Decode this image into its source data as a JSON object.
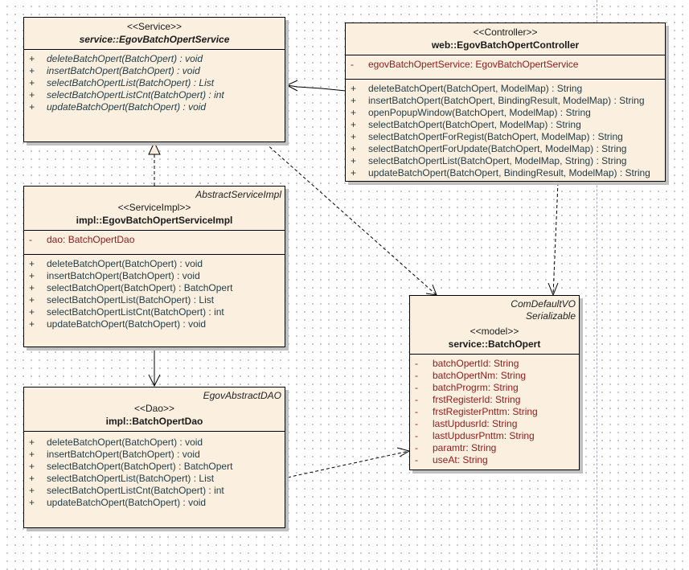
{
  "diagram": {
    "type": "uml-class-diagram",
    "classes": {
      "service": {
        "stereotype": "<<Service>>",
        "name": "service::EgovBatchOpertService",
        "abstract": true,
        "operations": [
          {
            "vis": "+",
            "sig": "deleteBatchOpert(BatchOpert) : void"
          },
          {
            "vis": "+",
            "sig": "insertBatchOpert(BatchOpert) : void"
          },
          {
            "vis": "+",
            "sig": "selectBatchOpertList(BatchOpert) : List"
          },
          {
            "vis": "+",
            "sig": "selectBatchOpertListCnt(BatchOpert) : int"
          },
          {
            "vis": "+",
            "sig": "updateBatchOpert(BatchOpert) : void"
          }
        ]
      },
      "controller": {
        "stereotype": "<<Controller>>",
        "name": "web::EgovBatchOpertController",
        "attributes": [
          {
            "vis": "-",
            "sig": "egovBatchOpertService:  EgovBatchOpertService"
          }
        ],
        "operations": [
          {
            "vis": "+",
            "sig": "deleteBatchOpert(BatchOpert, ModelMap) : String"
          },
          {
            "vis": "+",
            "sig": "insertBatchOpert(BatchOpert, BindingResult, ModelMap) : String"
          },
          {
            "vis": "+",
            "sig": "openPopupWindow(BatchOpert, ModelMap) : String"
          },
          {
            "vis": "+",
            "sig": "selectBatchOpert(BatchOpert, ModelMap) : String"
          },
          {
            "vis": "+",
            "sig": "selectBatchOpertForRegist(BatchOpert, ModelMap) : String"
          },
          {
            "vis": "+",
            "sig": "selectBatchOpertForUpdate(BatchOpert, ModelMap) : String"
          },
          {
            "vis": "+",
            "sig": "selectBatchOpertList(BatchOpert, ModelMap, String) : String"
          },
          {
            "vis": "+",
            "sig": "updateBatchOpert(BatchOpert, BindingResult, ModelMap) : String"
          }
        ]
      },
      "serviceImpl": {
        "parent": "AbstractServiceImpl",
        "stereotype": "<<ServiceImpl>>",
        "name": "impl::EgovBatchOpertServiceImpl",
        "attributes": [
          {
            "vis": "-",
            "sig": "dao:  BatchOpertDao"
          }
        ],
        "operations": [
          {
            "vis": "+",
            "sig": "deleteBatchOpert(BatchOpert) : void"
          },
          {
            "vis": "+",
            "sig": "insertBatchOpert(BatchOpert) : void"
          },
          {
            "vis": "+",
            "sig": "selectBatchOpert(BatchOpert) : BatchOpert"
          },
          {
            "vis": "+",
            "sig": "selectBatchOpertList(BatchOpert) : List"
          },
          {
            "vis": "+",
            "sig": "selectBatchOpertListCnt(BatchOpert) : int"
          },
          {
            "vis": "+",
            "sig": "updateBatchOpert(BatchOpert) : void"
          }
        ]
      },
      "dao": {
        "parent": "EgovAbstractDAO",
        "stereotype": "<<Dao>>",
        "name": "impl::BatchOpertDao",
        "operations": [
          {
            "vis": "+",
            "sig": "deleteBatchOpert(BatchOpert) : void"
          },
          {
            "vis": "+",
            "sig": "insertBatchOpert(BatchOpert) : void"
          },
          {
            "vis": "+",
            "sig": "selectBatchOpert(BatchOpert) : BatchOpert"
          },
          {
            "vis": "+",
            "sig": "selectBatchOpertList(BatchOpert) : List"
          },
          {
            "vis": "+",
            "sig": "selectBatchOpertListCnt(BatchOpert) : int"
          },
          {
            "vis": "+",
            "sig": "updateBatchOpert(BatchOpert) : void"
          }
        ]
      },
      "model": {
        "parent": "ComDefaultVO",
        "parent2": "Serializable",
        "stereotype": "<<model>>",
        "name": "service::BatchOpert",
        "attributes": [
          {
            "vis": "-",
            "sig": "batchOpertId:  String"
          },
          {
            "vis": "-",
            "sig": "batchOpertNm:  String"
          },
          {
            "vis": "-",
            "sig": "batchProgrm:  String"
          },
          {
            "vis": "-",
            "sig": "frstRegisterId:  String"
          },
          {
            "vis": "-",
            "sig": "frstRegisterPnttm:  String"
          },
          {
            "vis": "-",
            "sig": "lastUpdusrId:  String"
          },
          {
            "vis": "-",
            "sig": "lastUpdusrPnttm:  String"
          },
          {
            "vis": "-",
            "sig": "paramtr:  String"
          },
          {
            "vis": "-",
            "sig": "useAt:  String"
          }
        ]
      }
    },
    "relationships": [
      {
        "from": "controller",
        "to": "service",
        "kind": "association"
      },
      {
        "from": "serviceImpl",
        "to": "service",
        "kind": "realization"
      },
      {
        "from": "serviceImpl",
        "to": "dao",
        "kind": "association"
      },
      {
        "from": "service",
        "to": "model",
        "kind": "dependency"
      },
      {
        "from": "controller",
        "to": "model",
        "kind": "dependency"
      },
      {
        "from": "dao",
        "to": "model",
        "kind": "dependency"
      }
    ],
    "colors": {
      "class_fill": "#fbf0e0",
      "attribute_text": "#8b1a1a",
      "operation_text": "#1f3a44",
      "page_boundary": "#a8a4c8"
    }
  }
}
